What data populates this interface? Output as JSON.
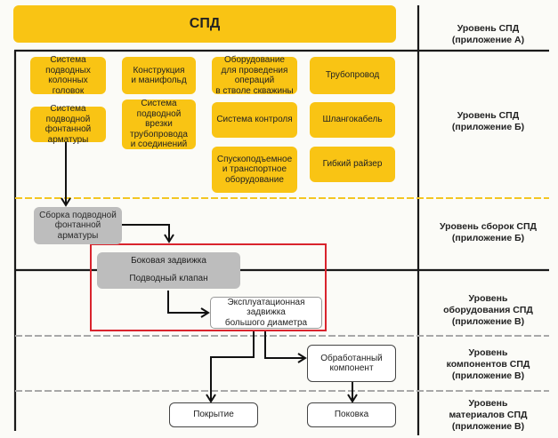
{
  "top": {
    "title": "СПД"
  },
  "levels": [
    "Уровень СПД\n(приложение А)",
    "Уровень СПД\n(приложение Б)",
    "Уровень сборок СПД\n(приложение Б)",
    "Уровень\nоборудования СПД\n(приложение В)",
    "Уровень\nкомпонентов СПД\n(приложение В)",
    "Уровень\nматериалов СПД\n(приложение В)"
  ],
  "spd_items": [
    "Система\nподводных\nколонных\nголовок",
    "Система\nподводной\nфонтанной\nарматуры",
    "Конструкция\nи манифольд",
    "Система\nподводной\nврезки\nтрубопровода\nи соединений",
    "Оборудование\nдля проведения\nопераций\nв стволе скважины",
    "Система контроля",
    "Спускоподъемное\nи транспортное\nоборудование",
    "Трубопровод",
    "Шлангокабель",
    "Гибкий райзер"
  ],
  "assembly": "Сборка подводной\nфонтанной\nарматуры",
  "equipment": {
    "side_valve": "Боковая задвижка",
    "subsea_valve": "Подводный клапан",
    "gate_valve": "Эксплуатационная\nзадвижка\nбольшого диаметра"
  },
  "component": "Обработанный\nкомпонент",
  "materials": [
    "Покрытие",
    "Поковка"
  ],
  "colors": {
    "yellow": "#f9c414",
    "grey": "#bdbdbd",
    "highlight": "#d9232d",
    "dash_yellow": "#f3c623",
    "dash_grey": "#a8a8a8"
  }
}
